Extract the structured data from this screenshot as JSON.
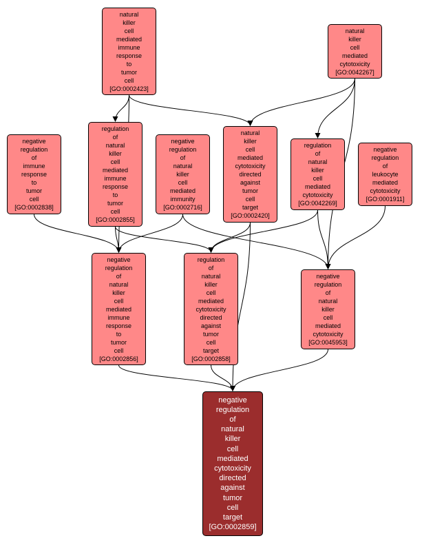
{
  "colors": {
    "node_fill": "#ff8888",
    "target_fill": "#9b2d2d",
    "edge": "#000000",
    "background": "#ffffff"
  },
  "nodes": {
    "n2423": {
      "lines": [
        "natural",
        "killer",
        "cell",
        "mediated",
        "immune",
        "response",
        "to",
        "tumor",
        "cell",
        "[GO:0002423]"
      ]
    },
    "n42267": {
      "lines": [
        "natural",
        "killer",
        "cell",
        "mediated",
        "cytotoxicity",
        "[GO:0042267]"
      ]
    },
    "n2838": {
      "lines": [
        "negative",
        "regulation",
        "of",
        "immune",
        "response",
        "to",
        "tumor",
        "cell",
        "[GO:0002838]"
      ]
    },
    "n2855": {
      "lines": [
        "regulation",
        "of",
        "natural",
        "killer",
        "cell",
        "mediated",
        "immune",
        "response",
        "to",
        "tumor",
        "cell",
        "[GO:0002855]"
      ]
    },
    "n2716": {
      "lines": [
        "negative",
        "regulation",
        "of",
        "natural",
        "killer",
        "cell",
        "mediated",
        "immunity",
        "[GO:0002716]"
      ]
    },
    "n2420": {
      "lines": [
        "natural",
        "killer",
        "cell",
        "mediated",
        "cytotoxicity",
        "directed",
        "against",
        "tumor",
        "cell",
        "target",
        "[GO:0002420]"
      ]
    },
    "n42269": {
      "lines": [
        "regulation",
        "of",
        "natural",
        "killer",
        "cell",
        "mediated",
        "cytotoxicity",
        "[GO:0042269]"
      ]
    },
    "n1911": {
      "lines": [
        "negative",
        "regulation",
        "of",
        "leukocyte",
        "mediated",
        "cytotoxicity",
        "[GO:0001911]"
      ]
    },
    "n2856": {
      "lines": [
        "negative",
        "regulation",
        "of",
        "natural",
        "killer",
        "cell",
        "mediated",
        "immune",
        "response",
        "to",
        "tumor",
        "cell",
        "[GO:0002856]"
      ]
    },
    "n2858": {
      "lines": [
        "regulation",
        "of",
        "natural",
        "killer",
        "cell",
        "mediated",
        "cytotoxicity",
        "directed",
        "against",
        "tumor",
        "cell",
        "target",
        "[GO:0002858]"
      ]
    },
    "n45953": {
      "lines": [
        "negative",
        "regulation",
        "of",
        "natural",
        "killer",
        "cell",
        "mediated",
        "cytotoxicity",
        "[GO:0045953]"
      ]
    },
    "n2859": {
      "lines": [
        "negative",
        "regulation",
        "of",
        "natural",
        "killer",
        "cell",
        "mediated",
        "cytotoxicity",
        "directed",
        "against",
        "tumor",
        "cell",
        "target",
        "[GO:0002859]"
      ]
    }
  },
  "edges": [
    {
      "from": "n2423",
      "to": "n2855"
    },
    {
      "from": "n2423",
      "to": "n2856"
    },
    {
      "from": "n2423",
      "to": "n2420"
    },
    {
      "from": "n42267",
      "to": "n2420"
    },
    {
      "from": "n42267",
      "to": "n42269"
    },
    {
      "from": "n42267",
      "to": "n45953"
    },
    {
      "from": "n2838",
      "to": "n2856"
    },
    {
      "from": "n2855",
      "to": "n2856"
    },
    {
      "from": "n2855",
      "to": "n2858"
    },
    {
      "from": "n2716",
      "to": "n2856"
    },
    {
      "from": "n2716",
      "to": "n45953"
    },
    {
      "from": "n2420",
      "to": "n2858"
    },
    {
      "from": "n2420",
      "to": "n2859"
    },
    {
      "from": "n42269",
      "to": "n2858"
    },
    {
      "from": "n42269",
      "to": "n45953"
    },
    {
      "from": "n1911",
      "to": "n45953"
    },
    {
      "from": "n2856",
      "to": "n2859"
    },
    {
      "from": "n2858",
      "to": "n2859"
    },
    {
      "from": "n45953",
      "to": "n2859"
    }
  ]
}
